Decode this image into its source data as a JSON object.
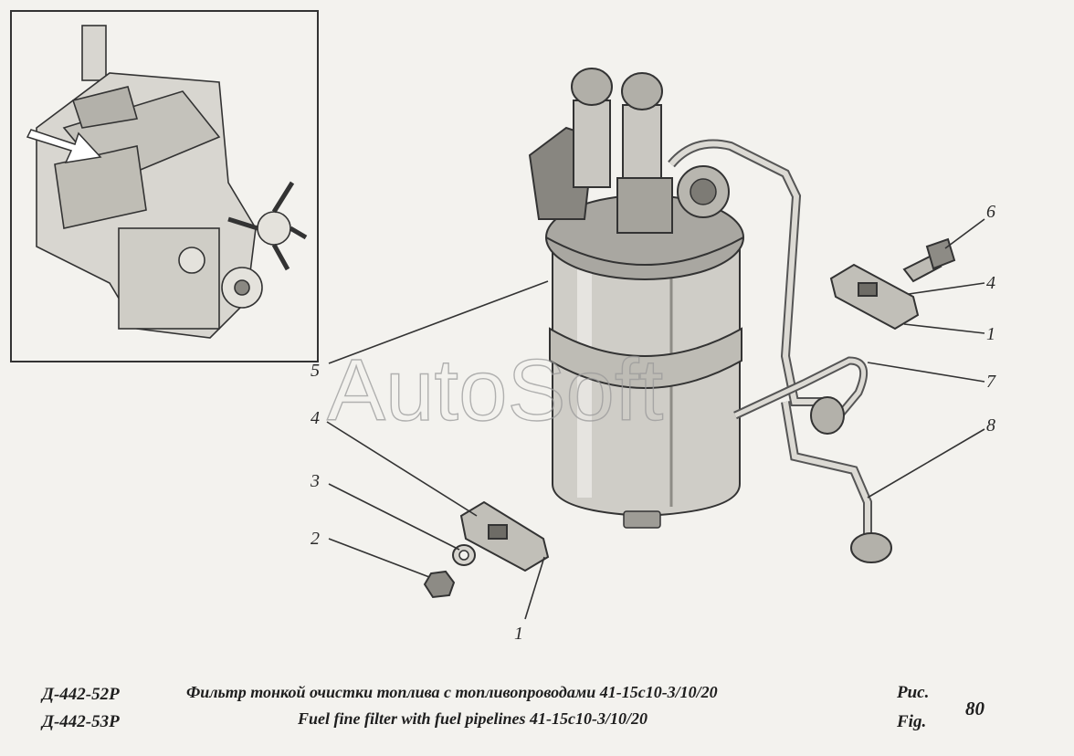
{
  "watermark": "AutoSoft",
  "callouts": {
    "c1_top": "1",
    "c1_bottom": "1",
    "c2": "2",
    "c3": "3",
    "c4_left": "4",
    "c4_right": "4",
    "c5": "5",
    "c6": "6",
    "c7": "7",
    "c8": "8"
  },
  "caption": {
    "model_1": "Д-442-52Р",
    "model_2": "Д-442-53Р",
    "title_ru": "Фильтр тонкой очистки топлива с топливопроводами 41-15с10-3/10/20",
    "title_en": "Fuel fine filter with fuel pipelines 41-15с10-3/10/20",
    "ris_label": "Рис.",
    "fig_label": "Fig.",
    "figure_number": "80"
  }
}
